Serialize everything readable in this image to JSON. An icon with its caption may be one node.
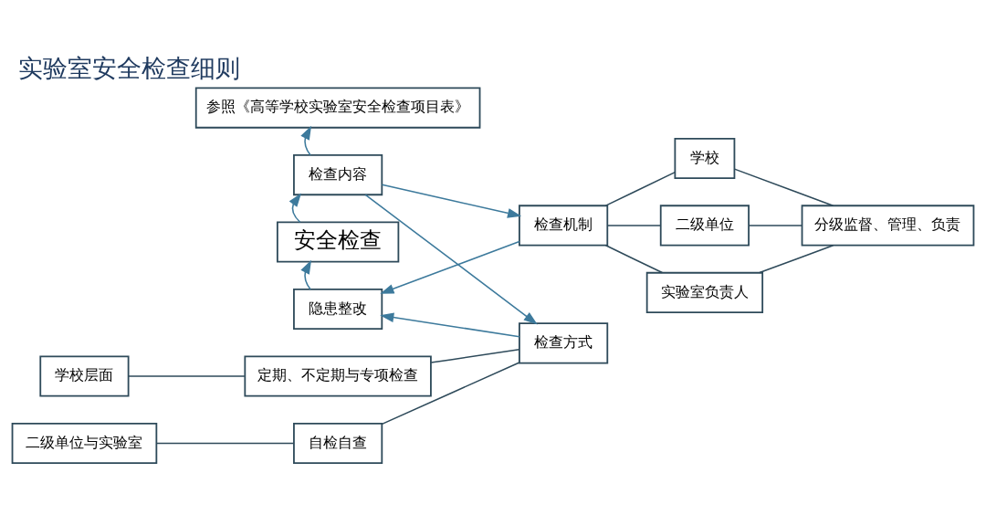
{
  "diagram": {
    "title": "实验室安全检查细则",
    "nodes": [
      {
        "text": [
          "参照《高等学校实验室安全检查项目表》"
        ]
      },
      {
        "text": [
          "检查内容"
        ]
      },
      {
        "text": [
          "学校层面"
        ]
      },
      {
        "text": [
          "定期、不定期与专项检查"
        ]
      },
      {
        "text": [
          "检查方式"
        ]
      },
      {
        "text": [
          "安全检查"
        ]
      },
      {
        "text": [
          "检查机制"
        ]
      },
      {
        "text": [
          "学校"
        ]
      },
      {
        "text": [
          "二级单位"
        ]
      },
      {
        "text": [
          "分级监督、管理、负责"
        ]
      },
      {
        "text": [
          "二级单位与实验室"
        ]
      },
      {
        "text": [
          "自检自查"
        ]
      },
      {
        "text": [
          "实验室负责人"
        ]
      },
      {
        "text": [
          "隐患整改"
        ]
      }
    ],
    "edges": [
      {
        "from": 1,
        "to": 0,
        "arrow": "to",
        "color": "#3d7a9c"
      },
      {
        "from": 1,
        "to": 4,
        "arrow": "to",
        "color": "#3d7a9c"
      },
      {
        "from": 5,
        "to": 1,
        "arrow": "to",
        "color": "#3d7a9c"
      },
      {
        "from": 1,
        "to": 6,
        "arrow": "to",
        "color": "#3d7a9c"
      },
      {
        "from": 4,
        "to": 13,
        "arrow": "to",
        "color": "#3d7a9c"
      },
      {
        "from": 13,
        "to": 5,
        "arrow": "to",
        "color": "#3d7a9c"
      },
      {
        "from": 6,
        "to": 13,
        "arrow": "to",
        "color": "#3d7a9c"
      },
      {
        "from": 2,
        "to": 3,
        "arrow": "none"
      },
      {
        "from": 3,
        "to": 4,
        "arrow": "none"
      },
      {
        "from": 10,
        "to": 11,
        "arrow": "none"
      },
      {
        "from": 11,
        "to": 4,
        "arrow": "none"
      },
      {
        "from": 6,
        "to": 7,
        "arrow": "none"
      },
      {
        "from": 6,
        "to": 8,
        "arrow": "none"
      },
      {
        "from": 6,
        "to": 12,
        "arrow": "none"
      },
      {
        "from": 7,
        "to": 9,
        "arrow": "none"
      },
      {
        "from": 8,
        "to": 9,
        "arrow": "none"
      },
      {
        "from": 12,
        "to": 9,
        "arrow": "none"
      }
    ]
  }
}
